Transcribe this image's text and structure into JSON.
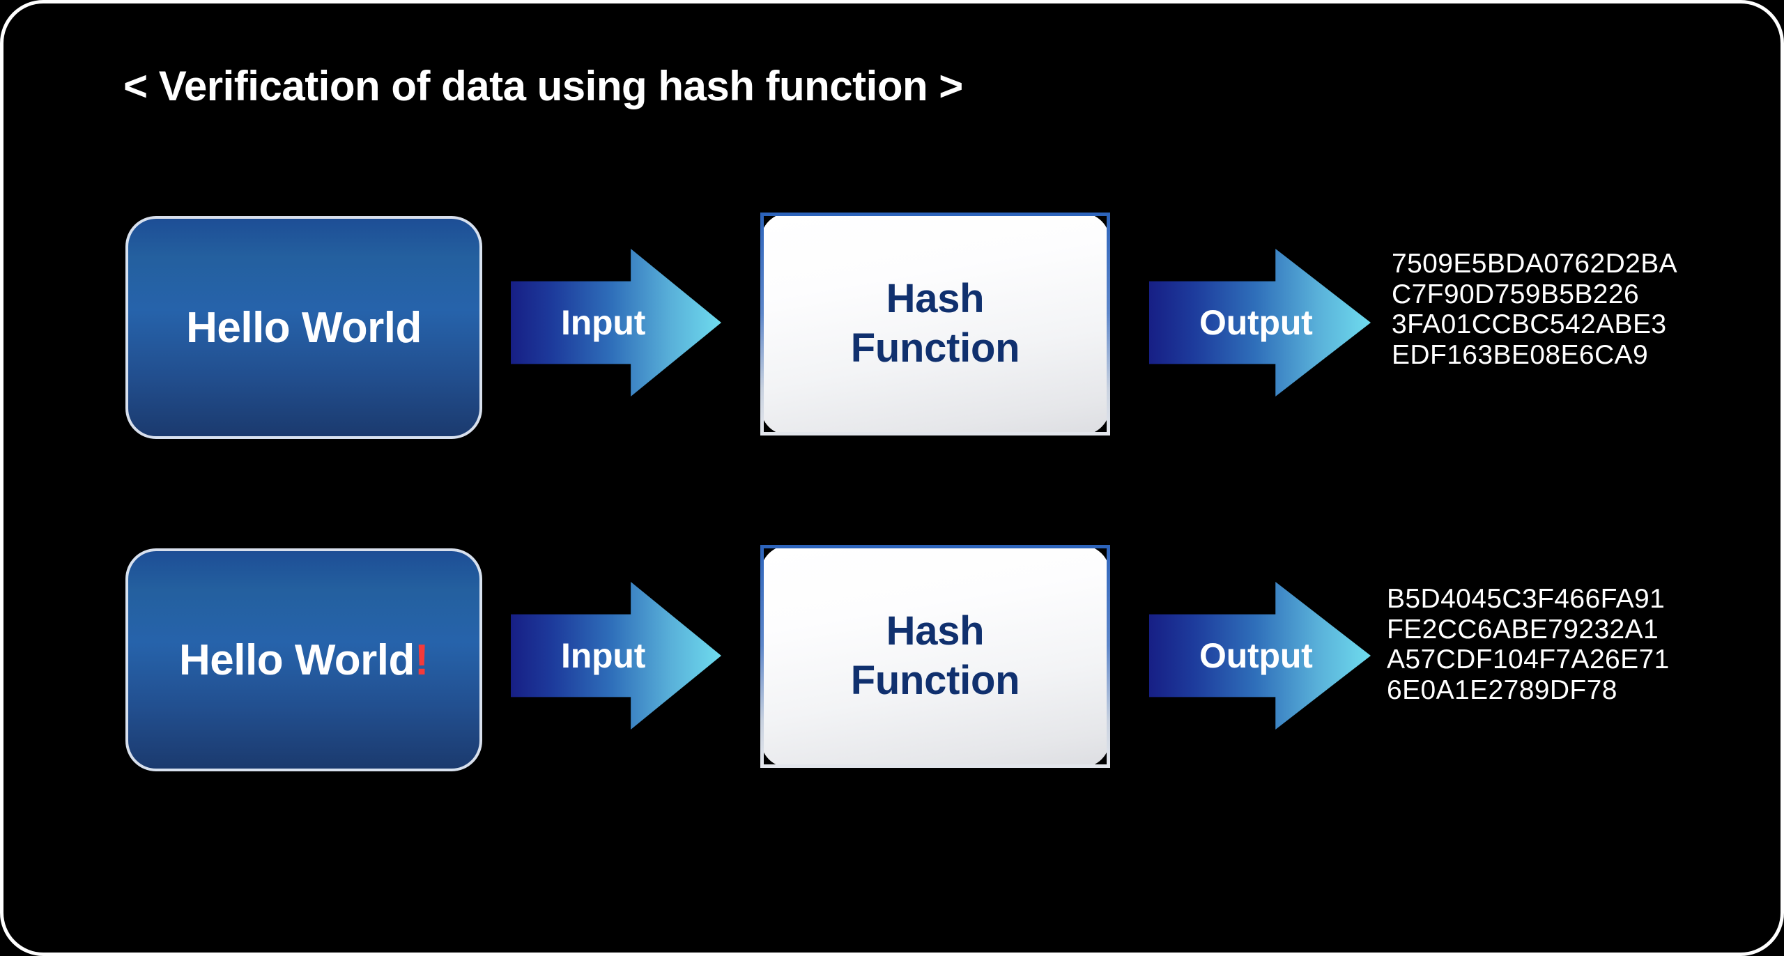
{
  "title": "< Verification of data using hash function >",
  "theme": {
    "background": "#000000",
    "frame_border": "#ffffff",
    "box_blue_top": "#24609f",
    "box_blue_bottom": "#1b3a6e",
    "hash_box_text": "#10306e",
    "arrow_gradient_start": "#171f85",
    "arrow_gradient_end": "#6fdcee",
    "accent_red": "#f43a3a",
    "text_white": "#ffffff"
  },
  "rows": [
    {
      "input_box": {
        "text": "Hello World",
        "suffix": ""
      },
      "input_arrow": {
        "label": "Input"
      },
      "hash_box": {
        "line1": "Hash",
        "line2": "Function"
      },
      "output_arrow": {
        "label": "Output"
      },
      "hash_output": {
        "lines": [
          "7509E5BDA0762D2BA",
          "C7F90D759B5B226",
          "3FA01CCBC542ABE3",
          "EDF163BE08E6CA9"
        ]
      }
    },
    {
      "input_box": {
        "text": "Hello World",
        "suffix": "!"
      },
      "input_arrow": {
        "label": "Input"
      },
      "hash_box": {
        "line1": "Hash",
        "line2": "Function"
      },
      "output_arrow": {
        "label": "Output"
      },
      "hash_output": {
        "lines": [
          "B5D4045C3F466FA91",
          "FE2CC6ABE79232A1",
          "A57CDF104F7A26E71",
          "6E0A1E2789DF78"
        ]
      }
    }
  ]
}
